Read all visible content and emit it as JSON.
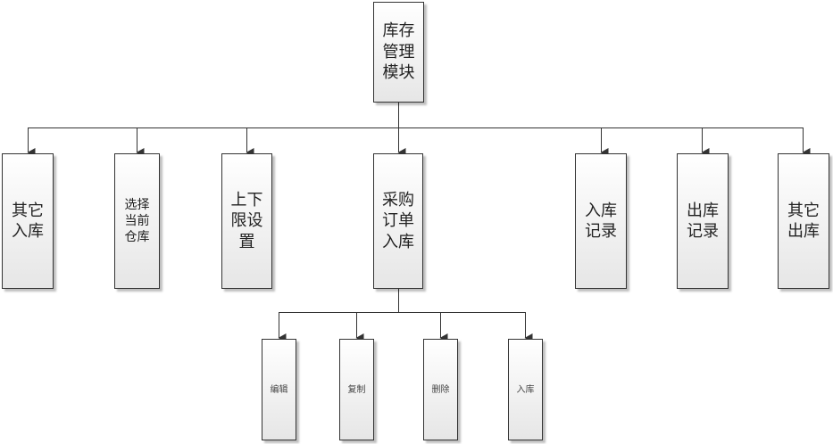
{
  "root": {
    "label": "库存管理模块"
  },
  "modules": [
    {
      "label": "其它入库"
    },
    {
      "label": "选择当前仓库"
    },
    {
      "label": "上下限设置"
    },
    {
      "label": "采购订单入库"
    },
    {
      "label": "入库记录"
    },
    {
      "label": "出库记录"
    },
    {
      "label": "其它出库"
    }
  ],
  "sub_modules": [
    {
      "label": "编辑"
    },
    {
      "label": "复制"
    },
    {
      "label": "删除"
    },
    {
      "label": "入库"
    }
  ],
  "colors": {
    "line": "#333333",
    "box_top": "#ffffff",
    "box_bottom": "#e6e6e6"
  }
}
